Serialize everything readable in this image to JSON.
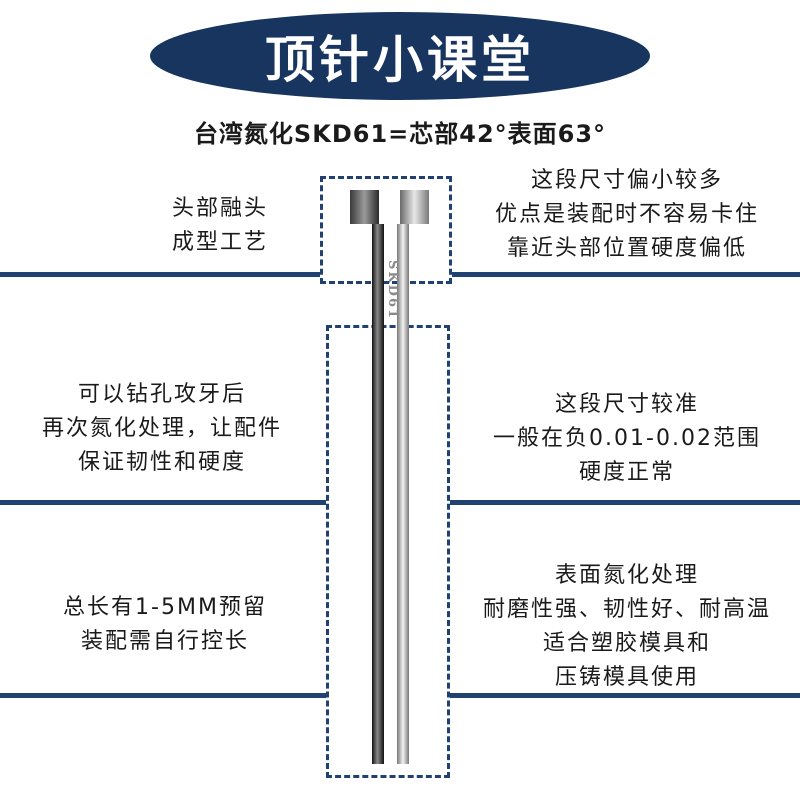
{
  "header": {
    "title": "顶针小课堂"
  },
  "subtitle": "台湾氮化SKD61=芯部42°表面63°",
  "left": {
    "head": [
      "头部融头",
      "成型工艺"
    ],
    "middle": [
      "可以钻孔攻牙后",
      "再次氮化处理，让配件",
      "保证韧性和硬度"
    ],
    "bottom": [
      "总长有1-5MM预留",
      "装配需自行控长"
    ]
  },
  "right": {
    "head": [
      "这段尺寸偏小较多",
      "优点是装配时不容易卡住",
      "靠近头部位置硬度偏低"
    ],
    "middle": [
      "这段尺寸较准",
      "一般在负0.01-0.02范围",
      "硬度正常"
    ],
    "bottom": [
      "表面氮化处理",
      "耐磨性强、韧性好、耐高温",
      "适合塑胶模具和",
      "压铸模具使用"
    ]
  },
  "pin": {
    "engraving": "SKD61"
  },
  "colors": {
    "navy": "#17355f",
    "line": "#1f4272",
    "text": "#1a1a1a"
  }
}
